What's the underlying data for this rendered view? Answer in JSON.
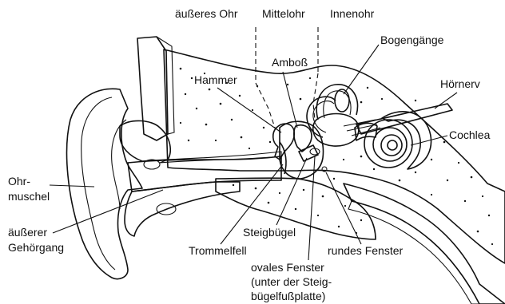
{
  "regions": {
    "outer": "äußeres Ohr",
    "middle": "Mittelohr",
    "inner": "Innenohr"
  },
  "labels": {
    "bogengaenge": "Bogengänge",
    "amboss": "Amboß",
    "hammer": "Hammer",
    "hoernerv": "Hörnerv",
    "cochlea": "Cochlea",
    "ohrmuschel_1": "Ohr-",
    "ohrmuschel_2": "muschel",
    "gehoergang_1": "äußerer",
    "gehoergang_2": "Gehörgang",
    "steigbuegel": "Steigbügel",
    "trommelfell": "Trommelfell",
    "rundes_fenster": "rundes Fenster",
    "ovales_1": "ovales Fenster",
    "ovales_2": "(unter der Steig-",
    "ovales_3": "bügelfußplatte)"
  },
  "colors": {
    "line": "#111111",
    "bone": "#ffffff",
    "tissue_light": "#e2e2e2",
    "tissue_mid": "#bdbdbd",
    "tissue_dark": "#8e8e8e",
    "cochlea_band": "#2a2a2a"
  }
}
